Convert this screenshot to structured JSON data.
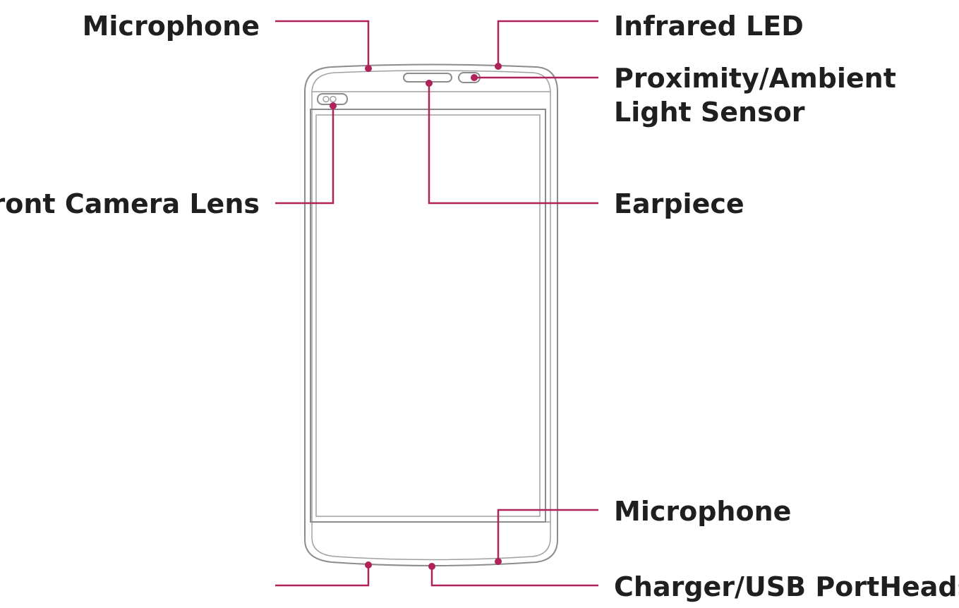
{
  "callouts": {
    "microphone_top": "Microphone",
    "infrared_led": "Infrared LED",
    "proximity_line1": "Proximity/Ambient",
    "proximity_line2": "Light Sensor",
    "front_camera_lens": "Front Camera Lens",
    "earpiece": "Earpiece",
    "microphone_bottom": "Microphone",
    "charger_usb": "Charger/USB PortHeadse"
  },
  "colors": {
    "leader": "#b0225a",
    "outline": "#8c8c8c",
    "text": "#1f1f1f"
  }
}
